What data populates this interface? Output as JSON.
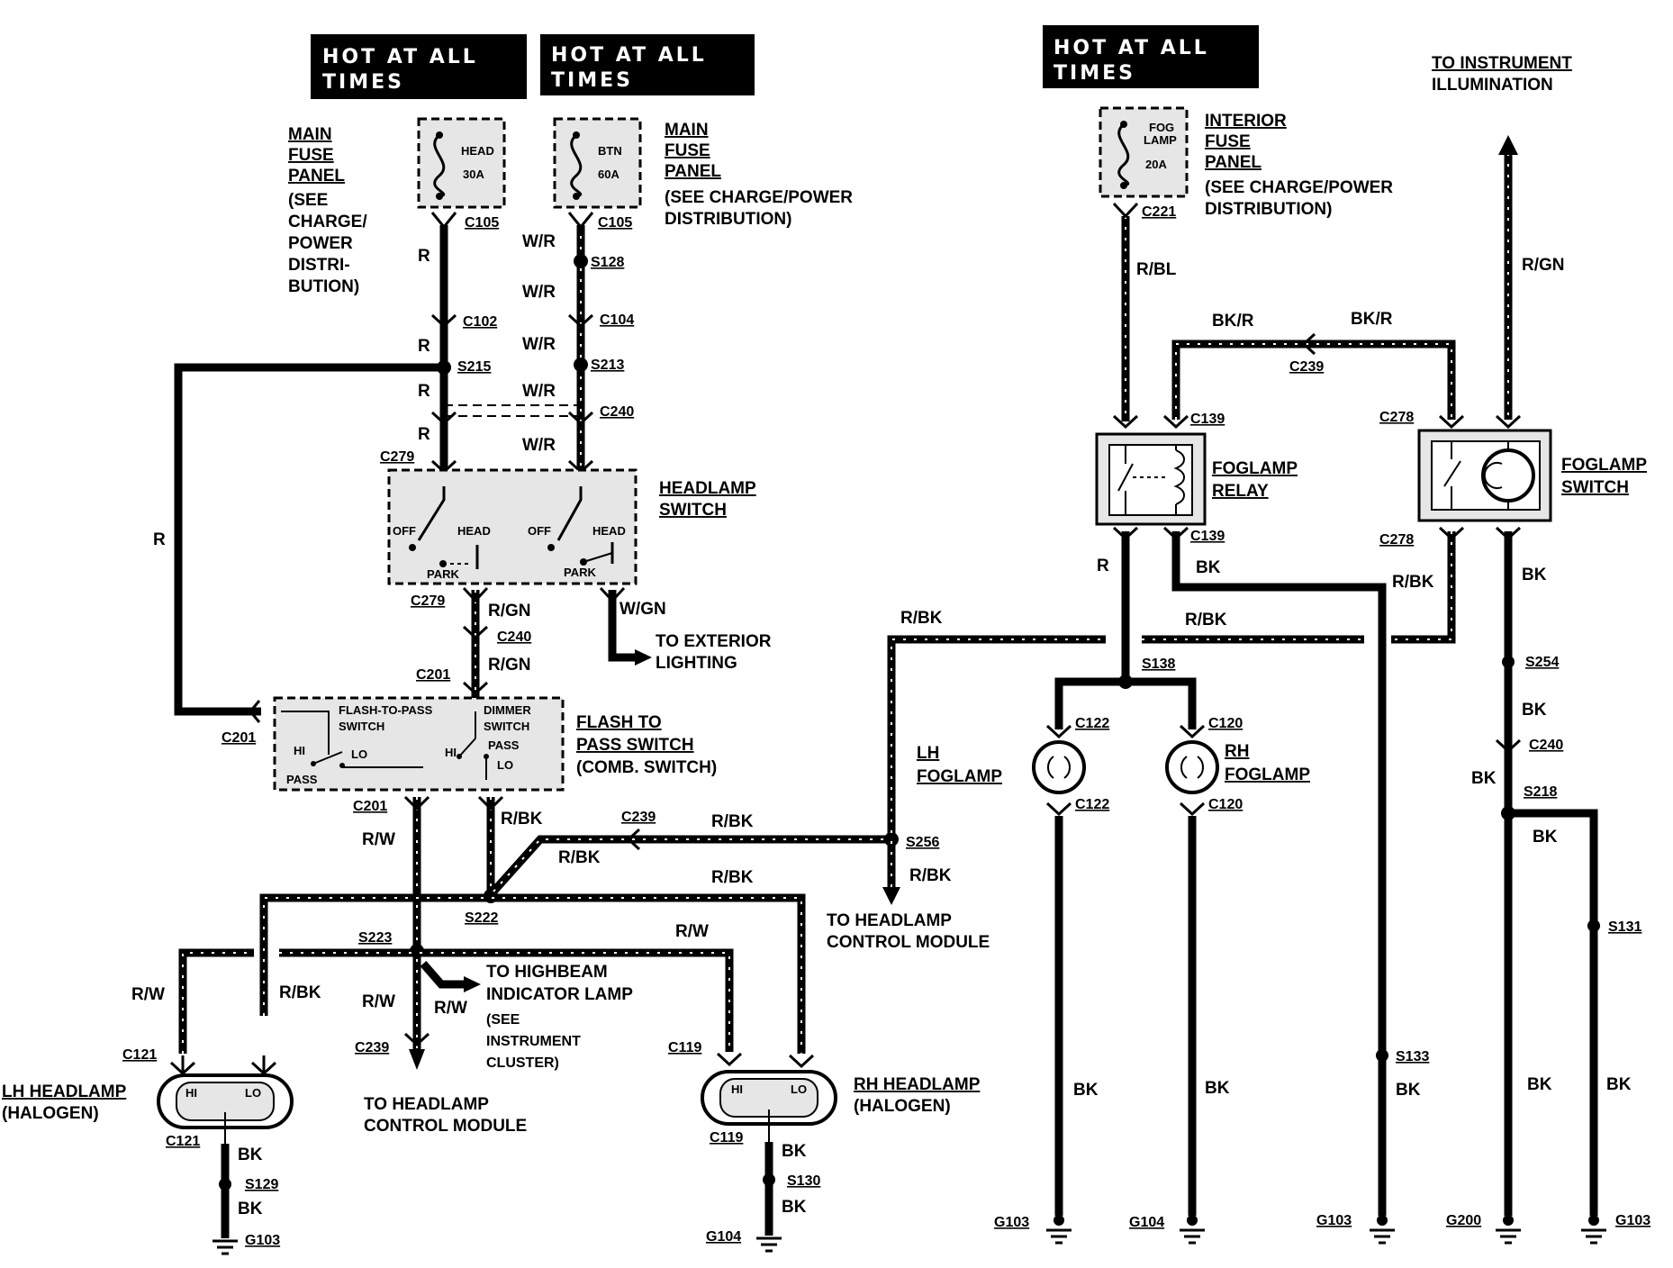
{
  "hot_labels": [
    "HOT AT ALL",
    "TIMES"
  ],
  "main_fuse_panel": {
    "title_lines": [
      "MAIN",
      "FUSE",
      "PANEL"
    ],
    "note_left": [
      "(SEE",
      "CHARGE/",
      "POWER",
      "DISTRI-",
      "BUTION)"
    ],
    "note_right": [
      "(SEE CHARGE/POWER",
      "DISTRIBUTION)"
    ],
    "fuse_head": [
      "HEAD",
      "30A"
    ],
    "fuse_btn": [
      "BTN",
      "60A"
    ]
  },
  "interior_fuse_panel": {
    "title_lines": [
      "INTERIOR",
      "FUSE",
      "PANEL"
    ],
    "note": [
      "(SEE CHARGE/POWER",
      "DISTRIBUTION)"
    ],
    "fuse": [
      "FOG",
      "LAMP",
      "20A"
    ]
  },
  "instrument_illumination": [
    "TO INSTRUMENT",
    "ILLUMINATION"
  ],
  "headlamp_switch": {
    "title": [
      "HEADLAMP",
      "SWITCH"
    ],
    "positions": [
      "OFF",
      "HEAD",
      "PARK"
    ]
  },
  "flash_to_pass": {
    "title": [
      "FLASH TO",
      "PASS SWITCH"
    ],
    "subtitle": "(COMB. SWITCH)",
    "inner_left": [
      "FLASH-TO-PASS",
      "SWITCH"
    ],
    "inner_right": [
      "DIMMER",
      "SWITCH"
    ],
    "contacts": [
      "HI",
      "LO",
      "PASS"
    ]
  },
  "foglamp_relay": [
    "FOGLAMP",
    "RELAY"
  ],
  "foglamp_switch": [
    "FOGLAMP",
    "SWITCH"
  ],
  "lh_foglamp": [
    "LH",
    "FOGLAMP"
  ],
  "rh_foglamp": [
    "RH",
    "FOGLAMP"
  ],
  "lh_headlamp": [
    "LH HEADLAMP",
    "(HALOGEN)"
  ],
  "rh_headlamp": [
    "RH HEADLAMP",
    "(HALOGEN)"
  ],
  "headlamp_contacts": [
    "HI",
    "LO"
  ],
  "destinations": {
    "exterior_lighting": [
      "TO EXTERIOR",
      "LIGHTING"
    ],
    "headlamp_module_right": [
      "TO HEADLAMP",
      "CONTROL MODULE"
    ],
    "headlamp_module_bottom": [
      "TO HEADLAMP",
      "CONTROL MODULE"
    ],
    "highbeam": [
      "TO HIGHBEAM",
      "INDICATOR LAMP",
      "(SEE",
      "INSTRUMENT",
      "CLUSTER)"
    ]
  },
  "connectors": {
    "c105": "C105",
    "c102": "C102",
    "c104": "C104",
    "c240": "C240",
    "c279": "C279",
    "c201": "C201",
    "c239": "C239",
    "c221": "C221",
    "c139": "C139",
    "c278": "C278",
    "c122": "C122",
    "c120": "C120",
    "c121": "C121",
    "c119": "C119"
  },
  "splices": {
    "s128": "S128",
    "s215": "S215",
    "s213": "S213",
    "s222": "S222",
    "s223": "S223",
    "s256": "S256",
    "s138": "S138",
    "s254": "S254",
    "s218": "S218",
    "s131": "S131",
    "s133": "S133",
    "s129": "S129",
    "s130": "S130"
  },
  "grounds": {
    "g103": "G103",
    "g104": "G104",
    "g200": "G200"
  },
  "wire_colors": {
    "r": "R",
    "wr": "W/R",
    "rgn": "R/GN",
    "wgn": "W/GN",
    "rw": "R/W",
    "rbk": "R/BK",
    "rbl": "R/BL",
    "bkr": "BK/R",
    "bk": "BK"
  }
}
